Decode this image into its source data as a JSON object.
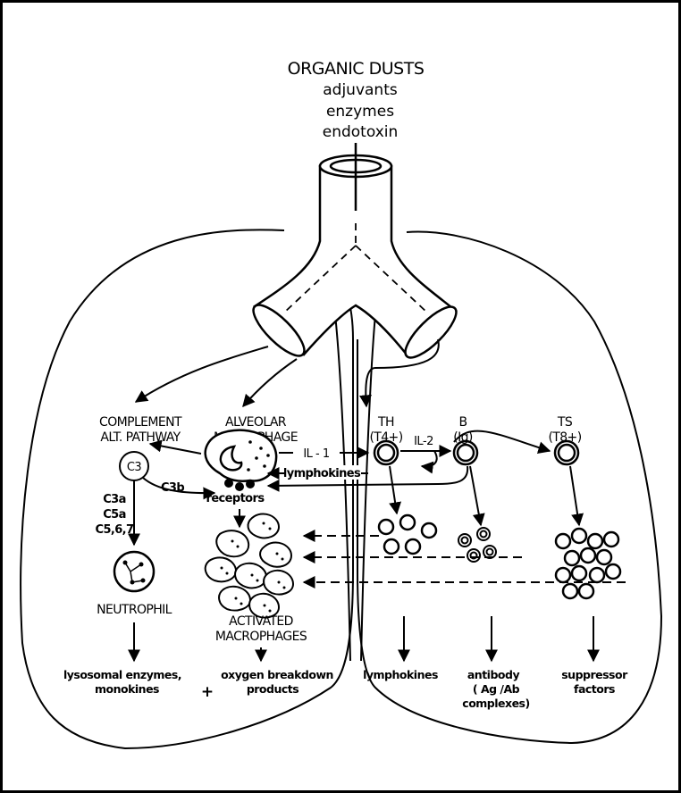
{
  "source": {
    "title": "ORGANIC DUSTS",
    "items": [
      "adjuvants",
      "enzymes",
      "endotoxin"
    ]
  },
  "labels": {
    "complement": [
      "COMPLEMENT",
      "ALT. PATHWAY"
    ],
    "alveolar": [
      "ALVEOLAR",
      "MACROPHAGE"
    ],
    "th": [
      "TH",
      "(T4+)"
    ],
    "b": [
      "B",
      "(Ig)"
    ],
    "ts": [
      "TS",
      "(T8+)"
    ],
    "c3": "C3",
    "c3a": "C3a",
    "c5a": "C5a",
    "c567": "C5,6,7",
    "c3b": "C3b",
    "il1": "IL - 1",
    "il2": "IL-2",
    "lymphokines_inner": "lymphokines",
    "receptors": "receptors",
    "neutrophil": "NEUTROPHIL",
    "activated": [
      "ACTIVATED",
      "MACROPHAGES"
    ],
    "plus": "+"
  },
  "outputs": {
    "lysosomal": [
      "lysosomal enzymes,",
      "monokines"
    ],
    "oxygen": [
      "oxygen breakdown",
      "products"
    ],
    "lymphokines": "lymphokines",
    "antibody": [
      "antibody",
      "( Ag /Ab",
      "complexes)"
    ],
    "suppressor": [
      "suppressor",
      "factors"
    ]
  }
}
